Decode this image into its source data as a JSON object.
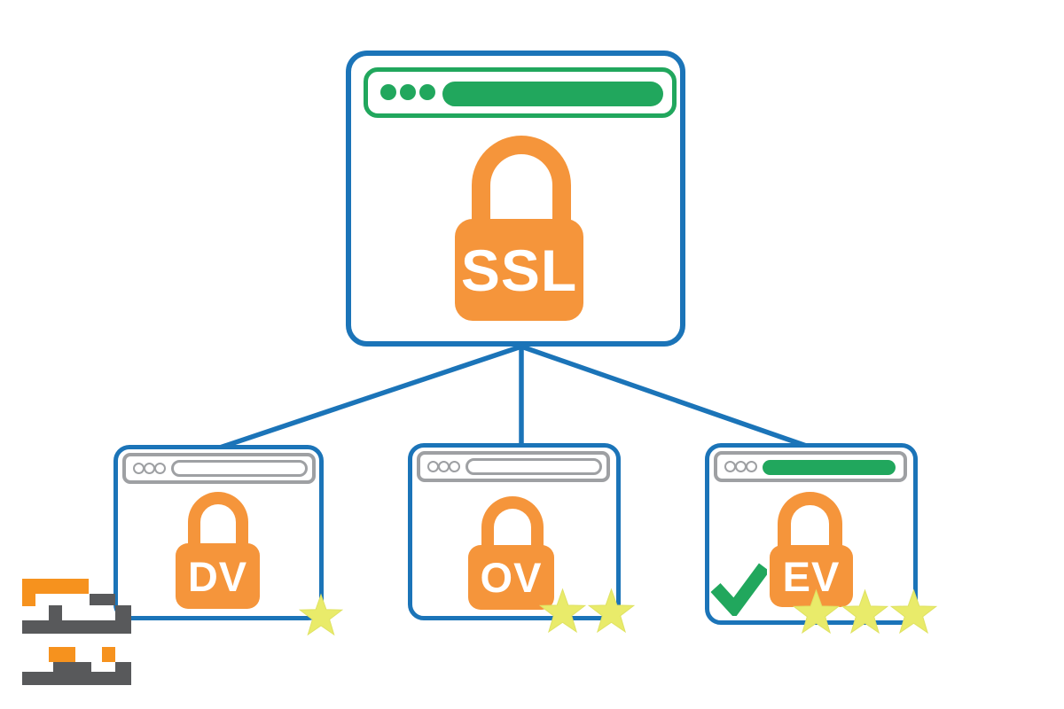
{
  "figure": {
    "root": {
      "label": "SSL",
      "dots": 3,
      "address_pill": "green"
    },
    "children": [
      {
        "label": "DV",
        "stars": 1,
        "has_checkmark": false,
        "address_pill": "outline"
      },
      {
        "label": "OV",
        "stars": 2,
        "has_checkmark": false,
        "address_pill": "outline"
      },
      {
        "label": "EV",
        "stars": 3,
        "has_checkmark": true,
        "address_pill": "green"
      }
    ]
  },
  "colors": {
    "blue": "#1b74b8",
    "green": "#21a75d",
    "orange": "#f5953b",
    "gray": "#9ea0a3",
    "logo_orange": "#f6921e",
    "logo_gray": "#58595b",
    "star_yellow": "#e9eb6a",
    "star_edge": "#dfe263"
  }
}
